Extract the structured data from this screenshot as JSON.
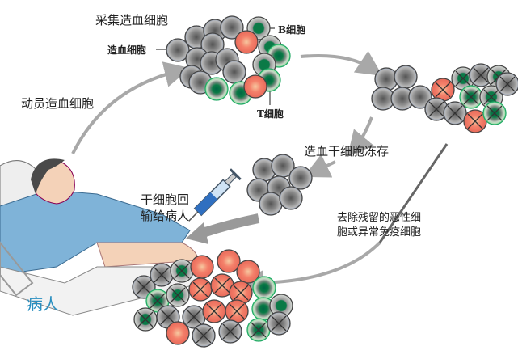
{
  "labels": {
    "collect": "采集造血细胞",
    "b_cell": "B细胞",
    "hematopoietic_cell": "造血细胞",
    "t_cell": "T细胞",
    "mobilize": "动员造血细胞",
    "freeze": "造血干细胞冻存",
    "reinfuse_line1": "干细胞回",
    "reinfuse_line2": "输给病人",
    "purge_line1": "去除残留的恶性细",
    "purge_line2": "胞或异常免疫细胞",
    "patient": "病人"
  },
  "colors": {
    "arrow": "#a8a8a8",
    "hematopoietic_cell": "#8a8a8a",
    "b_cell_nucleus": "#0a7a45",
    "t_cell_ring": "#9be3a8",
    "malignant_cell": "#f08870",
    "patient_label": "#2a8fc0",
    "patient_gown": "#7fb3d8"
  }
}
